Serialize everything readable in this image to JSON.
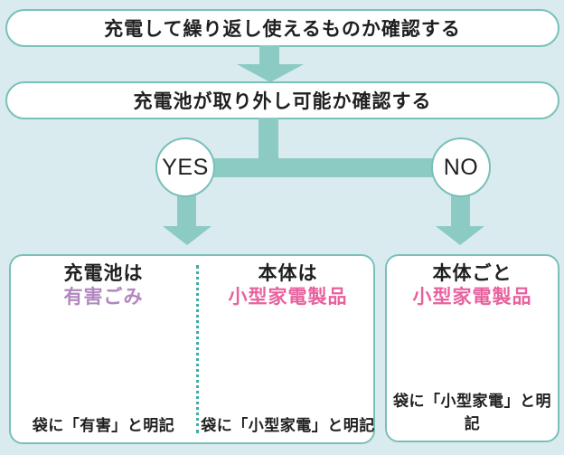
{
  "palette": {
    "background": "#d9ebee",
    "teal_fill": "#8bcbc3",
    "teal_border": "#79c0b8",
    "dotted_divider": "#3fada5",
    "pink_category": "#e8619e",
    "purple_category": "#b287bf",
    "text": "#1f1f1f"
  },
  "flowchart": {
    "step1_label": "充電して繰り返し使えるものか確認する",
    "step2_label": "充電池が取り外し可能か確認する",
    "branch_yes": "YES",
    "branch_no": "NO",
    "outcome_left": {
      "battery": {
        "subject": "充電池は",
        "category": "有害ごみ",
        "note": "袋に「有害」と明記"
      },
      "body": {
        "subject": "本体は",
        "category": "小型家電製品",
        "note": "袋に「小型家電」と明記"
      }
    },
    "outcome_right": {
      "subject": "本体ごと",
      "category": "小型家電製品",
      "note": "袋に「小型家電」と明記"
    }
  }
}
